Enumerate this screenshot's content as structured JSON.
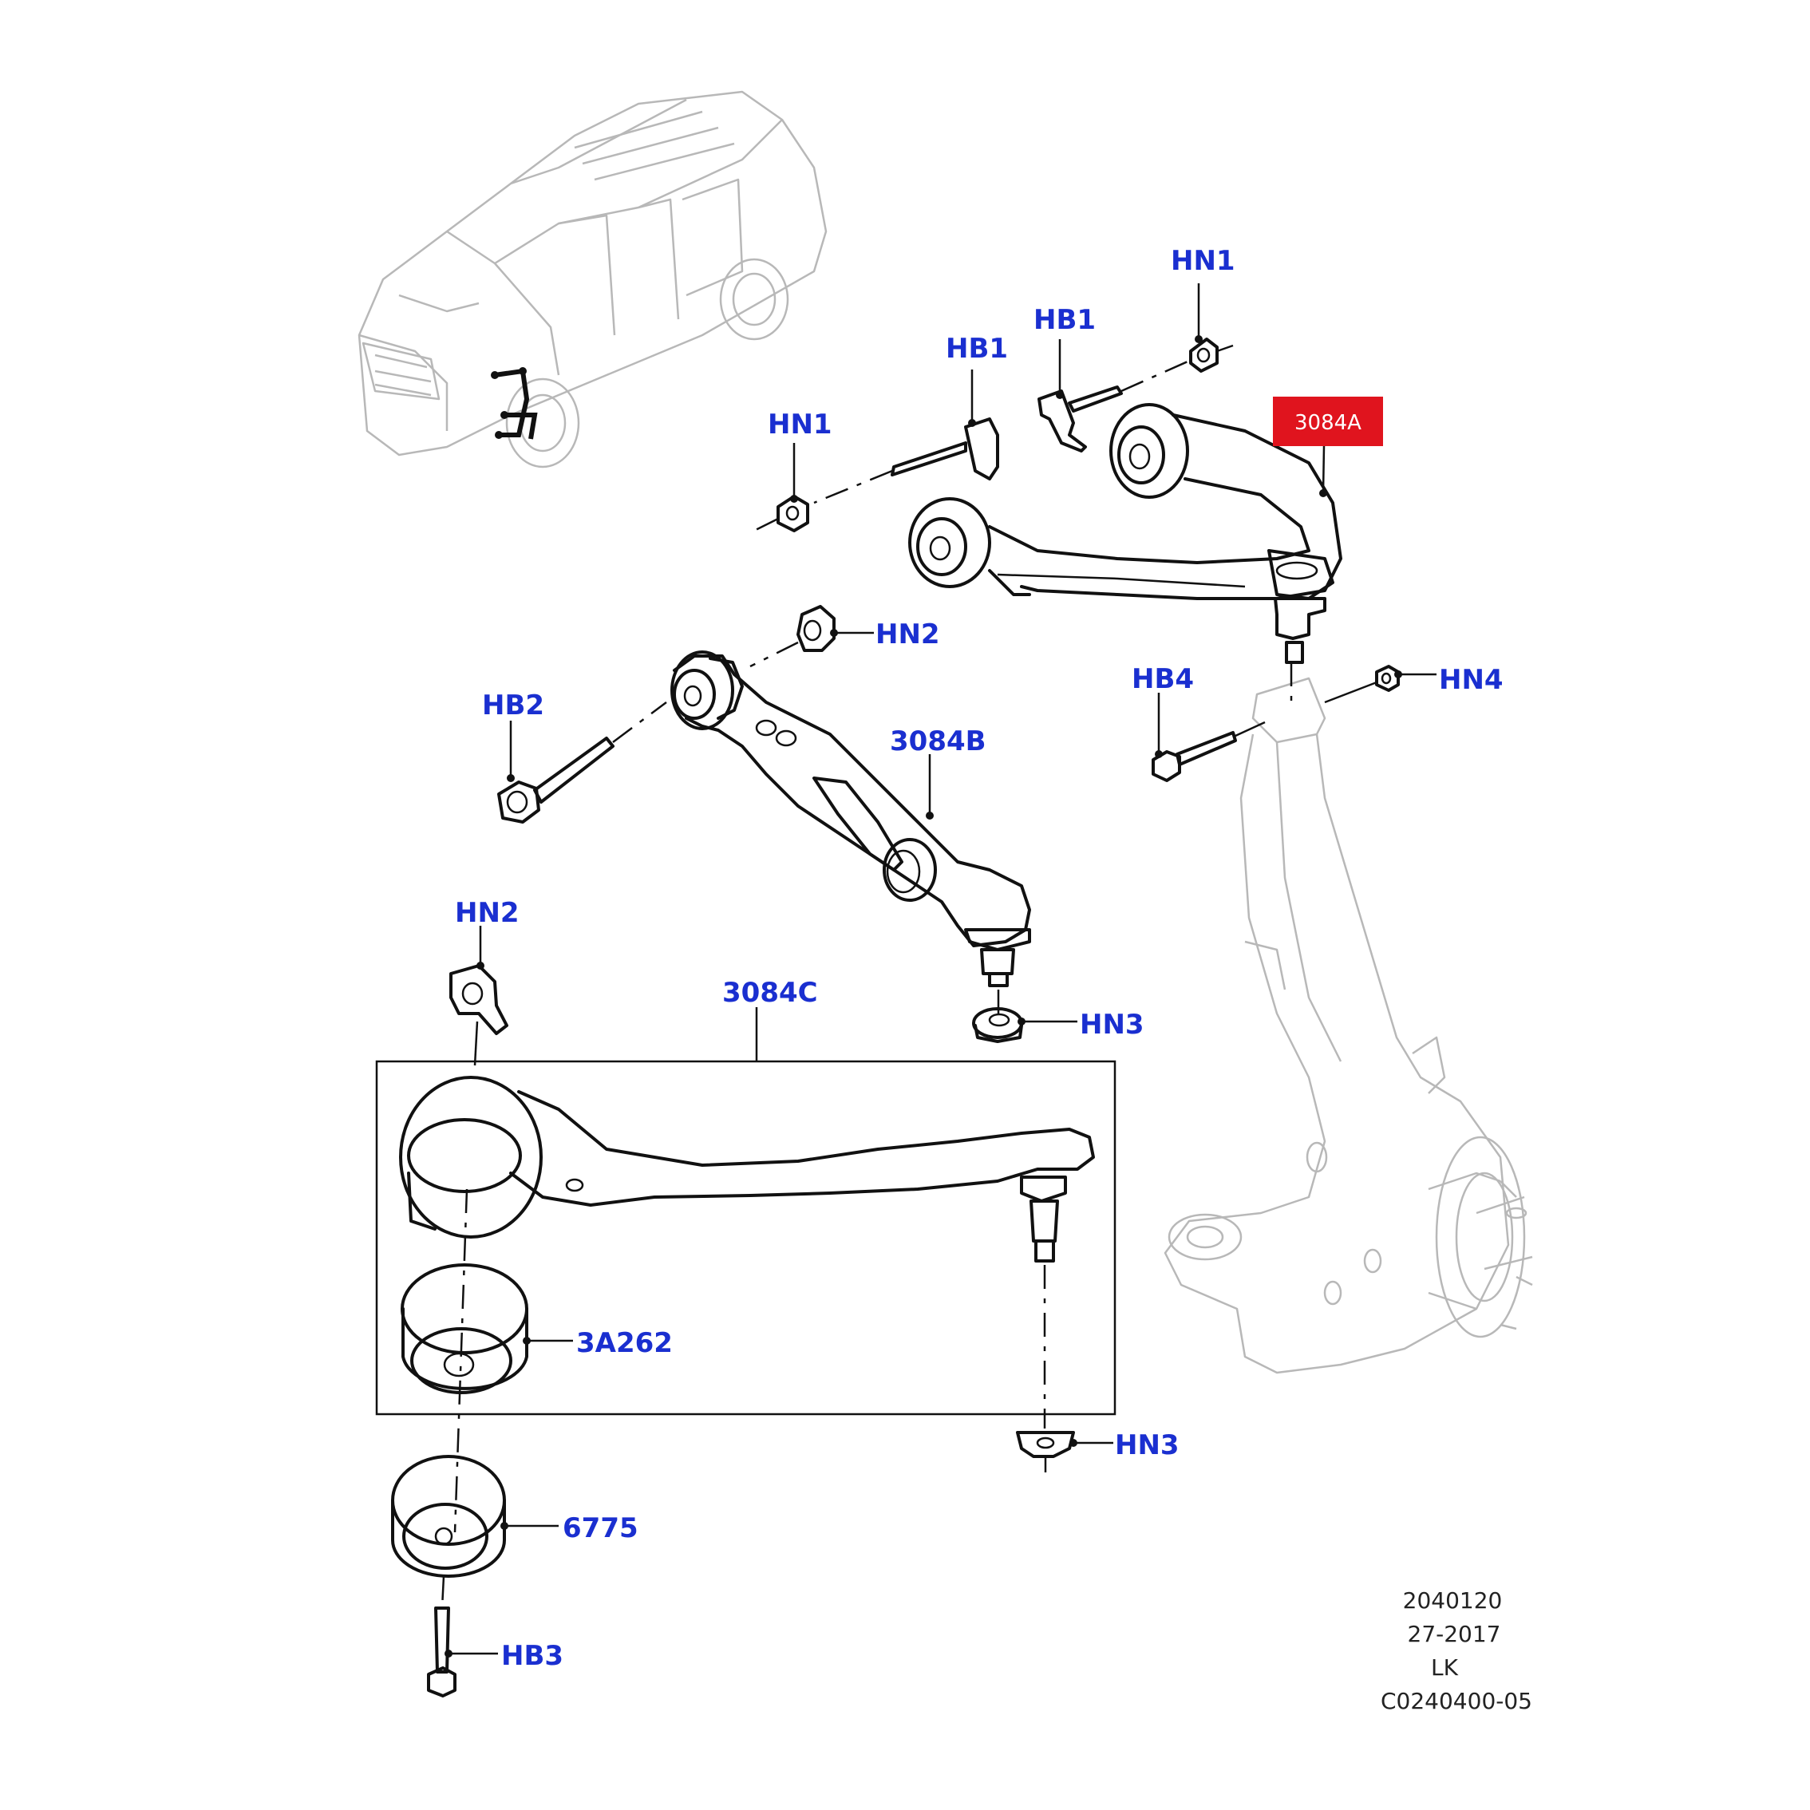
{
  "colors": {
    "callout_text": "#1a2fd0",
    "highlight_box": "#e0141e",
    "highlight_text": "#ffffff",
    "outline": "#111111",
    "knuckle_outline": "#b8b8b8"
  },
  "callouts": {
    "hn1_top": "HN1",
    "hb1_right": "HB1",
    "hb1_left": "HB1",
    "hn1_left": "HN1",
    "part_3084a": "3084A",
    "hn2_top": "HN2",
    "hb2": "HB2",
    "part_3084b": "3084B",
    "hb4": "HB4",
    "hn4": "HN4",
    "hn2_lower": "HN2",
    "part_3084c": "3084C",
    "hn3_upper": "HN3",
    "part_3a262": "3A262",
    "hn3_lower": "HN3",
    "part_6775": "6775",
    "hb3": "HB3"
  },
  "caption": {
    "line1": "2040120",
    "line2": "27-2017",
    "line3": "LK",
    "line4": "C0240400-05"
  }
}
